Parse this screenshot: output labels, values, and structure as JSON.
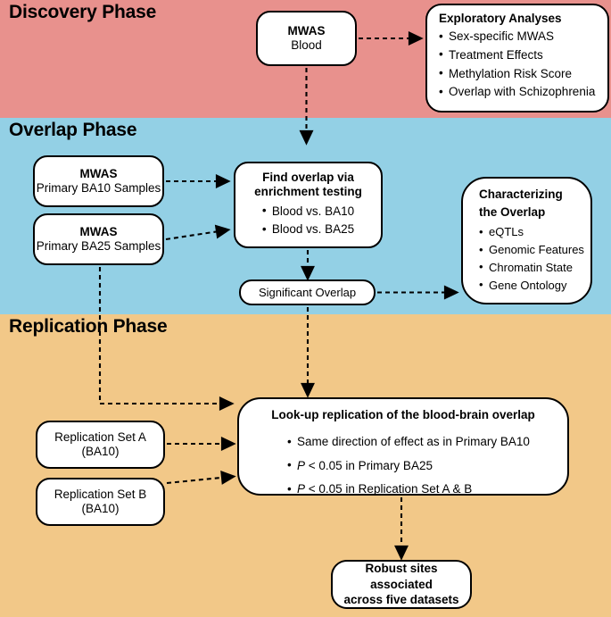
{
  "colors": {
    "discovery_band": "#e8918d",
    "overlap_band": "#93d0e5",
    "replication_band": "#f2c888",
    "node_fill": "#ffffff",
    "stroke": "#000000"
  },
  "phases": {
    "discovery": "Discovery Phase",
    "overlap": "Overlap Phase",
    "replication": "Replication Phase"
  },
  "nodes": {
    "mwas_blood": {
      "title": "MWAS",
      "subtitle": "Blood"
    },
    "exploratory": {
      "title": "Exploratory Analyses",
      "items": [
        "Sex-specific MWAS",
        "Treatment Effects",
        "Methylation Risk Score",
        "Overlap with Schizophrenia"
      ]
    },
    "mwas_ba10": {
      "title": "MWAS",
      "subtitle": "Primary BA10 Samples"
    },
    "mwas_ba25": {
      "title": "MWAS",
      "subtitle": "Primary BA25 Samples"
    },
    "find_overlap": {
      "title_line1": "Find overlap via",
      "title_line2": "enrichment testing",
      "items": [
        "Blood vs. BA10",
        "Blood vs. BA25"
      ]
    },
    "characterizing": {
      "title_line1": "Characterizing",
      "title_line2": "the Overlap",
      "items": [
        "eQTLs",
        "Genomic Features",
        "Chromatin State",
        "Gene Ontology"
      ]
    },
    "significant_overlap": {
      "label": "Significant Overlap"
    },
    "lookup": {
      "title": "Look-up replication of the blood-brain overlap",
      "items": [
        {
          "plain_prefix": "",
          "italic": "",
          "text": "Same direction of effect as in Primary BA10"
        },
        {
          "plain_prefix": "",
          "italic": "P",
          "text": " < 0.05 in Primary BA25"
        },
        {
          "plain_prefix": "",
          "italic": "P",
          "text": " < 0.05 in Replication Set A & B"
        }
      ]
    },
    "replication_set_a": {
      "title": "Replication Set A",
      "subtitle": "(BA10)"
    },
    "replication_set_b": {
      "title": "Replication Set B",
      "subtitle": "(BA10)"
    },
    "robust": {
      "line1": "Robust sites associated",
      "line2": "across five datasets"
    }
  },
  "edges": [
    {
      "name": "blood-to-exploratory",
      "from": "mwas_blood",
      "to": "exploratory",
      "style": "dashed"
    },
    {
      "name": "blood-to-find-overlap",
      "from": "mwas_blood",
      "to": "find_overlap",
      "style": "dashed"
    },
    {
      "name": "ba10-to-find-overlap",
      "from": "mwas_ba10",
      "to": "find_overlap",
      "style": "dashed"
    },
    {
      "name": "ba25-to-find-overlap",
      "from": "mwas_ba25",
      "to": "find_overlap",
      "style": "dashed"
    },
    {
      "name": "find-overlap-to-significant",
      "from": "find_overlap",
      "to": "significant_overlap",
      "style": "dashed"
    },
    {
      "name": "significant-to-characterizing",
      "from": "significant_overlap",
      "to": "characterizing",
      "style": "dashed"
    },
    {
      "name": "significant-to-lookup",
      "from": "significant_overlap",
      "to": "lookup",
      "style": "dashed"
    },
    {
      "name": "ba25-to-lookup",
      "from": "mwas_ba25",
      "to": "lookup",
      "style": "dashed"
    },
    {
      "name": "rep-a-to-lookup",
      "from": "replication_set_a",
      "to": "lookup",
      "style": "dashed"
    },
    {
      "name": "rep-b-to-lookup",
      "from": "replication_set_b",
      "to": "lookup",
      "style": "dashed"
    },
    {
      "name": "lookup-to-robust",
      "from": "lookup",
      "to": "robust",
      "style": "dashed"
    }
  ]
}
